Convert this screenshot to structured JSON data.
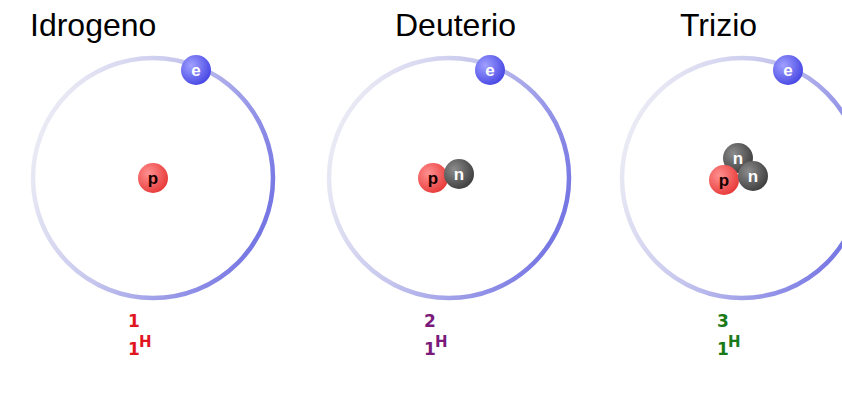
{
  "diagram": {
    "nodes": [
      {
        "text": [
          "Idrogeno"
        ]
      },
      {
        "text": [
          "e"
        ],
        "in": 0
      },
      {
        "text": [
          "p"
        ],
        "in": 0
      },
      {
        "text": [
          "Deuterio"
        ]
      },
      {
        "text": [
          "e"
        ],
        "in": 3
      },
      {
        "text": [
          "p"
        ],
        "in": 3
      },
      {
        "text": [
          "n"
        ],
        "in": 3
      },
      {
        "text": [
          "Trizio"
        ]
      },
      {
        "text": [
          "e"
        ],
        "in": 7
      },
      {
        "text": [
          "p"
        ],
        "in": 7
      },
      {
        "text": [
          "n"
        ],
        "in": 7
      },
      {
        "text": [
          "n"
        ],
        "in": 7
      }
    ],
    "labels": [
      "1",
      "1",
      "H",
      "2",
      "1",
      "H",
      "3",
      "1",
      "H"
    ]
  }
}
